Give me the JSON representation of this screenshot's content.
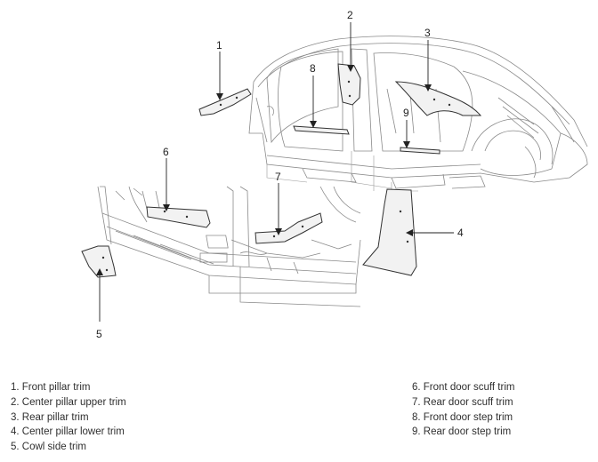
{
  "callouts": [
    {
      "num": "1",
      "label": "Front pillar trim"
    },
    {
      "num": "2",
      "label": "Center pillar upper trim"
    },
    {
      "num": "3",
      "label": "Rear pillar trim"
    },
    {
      "num": "4",
      "label": "Center pillar lower trim"
    },
    {
      "num": "5",
      "label": "Cowl side trim"
    },
    {
      "num": "6",
      "label": "Front door scuff trim"
    },
    {
      "num": "7",
      "label": "Rear door scuff trim"
    },
    {
      "num": "8",
      "label": "Front door step trim"
    },
    {
      "num": "9",
      "label": "Rear door step trim"
    }
  ],
  "legend": {
    "left": [
      "1. Front pillar trim",
      "2. Center pillar upper trim",
      "3. Rear pillar trim",
      "4. Center pillar lower trim",
      "5. Cowl side trim"
    ],
    "right": [
      "6. Front door scuff trim",
      "7. Rear door scuff trim",
      "8. Front door step trim",
      "9. Rear door step trim"
    ]
  },
  "colors": {
    "line": "#333333",
    "body": "#8a8a8a",
    "part_fill": "#f2f2f2",
    "text": "#2f2f2f"
  }
}
